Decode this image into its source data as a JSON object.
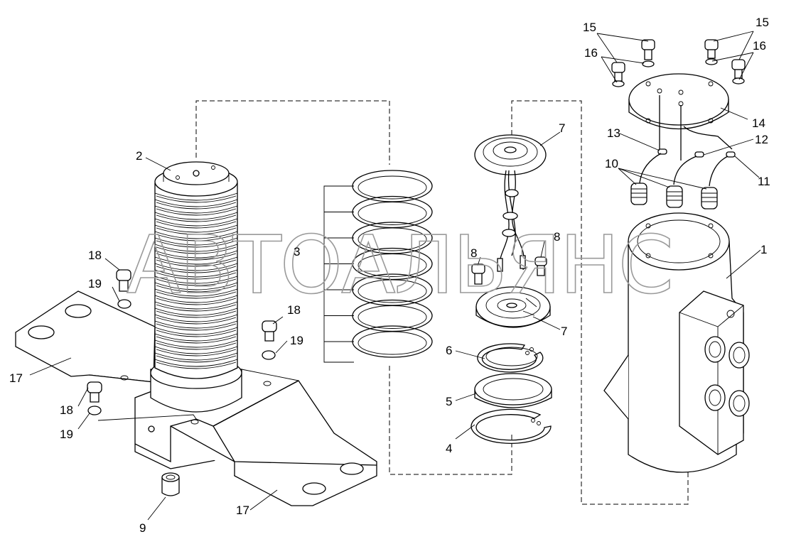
{
  "watermark": "АВТОАЛЬЯНС",
  "callouts": [
    {
      "id": "c1",
      "label": "1"
    },
    {
      "id": "c2",
      "label": "2"
    },
    {
      "id": "c3",
      "label": "3"
    },
    {
      "id": "c4",
      "label": "4"
    },
    {
      "id": "c5",
      "label": "5"
    },
    {
      "id": "c6",
      "label": "6"
    },
    {
      "id": "c7a",
      "label": "7"
    },
    {
      "id": "c7b",
      "label": "7"
    },
    {
      "id": "c8a",
      "label": "8"
    },
    {
      "id": "c8b",
      "label": "8"
    },
    {
      "id": "c9",
      "label": "9"
    },
    {
      "id": "c10",
      "label": "10"
    },
    {
      "id": "c11",
      "label": "11"
    },
    {
      "id": "c12",
      "label": "12"
    },
    {
      "id": "c13",
      "label": "13"
    },
    {
      "id": "c14",
      "label": "14"
    },
    {
      "id": "c15a",
      "label": "15"
    },
    {
      "id": "c15b",
      "label": "15"
    },
    {
      "id": "c16a",
      "label": "16"
    },
    {
      "id": "c16b",
      "label": "16"
    },
    {
      "id": "c17a",
      "label": "17"
    },
    {
      "id": "c17b",
      "label": "17"
    },
    {
      "id": "c18a",
      "label": "18"
    },
    {
      "id": "c18b",
      "label": "18"
    },
    {
      "id": "c18c",
      "label": "18"
    },
    {
      "id": "c19a",
      "label": "19"
    },
    {
      "id": "c19b",
      "label": "19"
    },
    {
      "id": "c19c",
      "label": "19"
    }
  ]
}
